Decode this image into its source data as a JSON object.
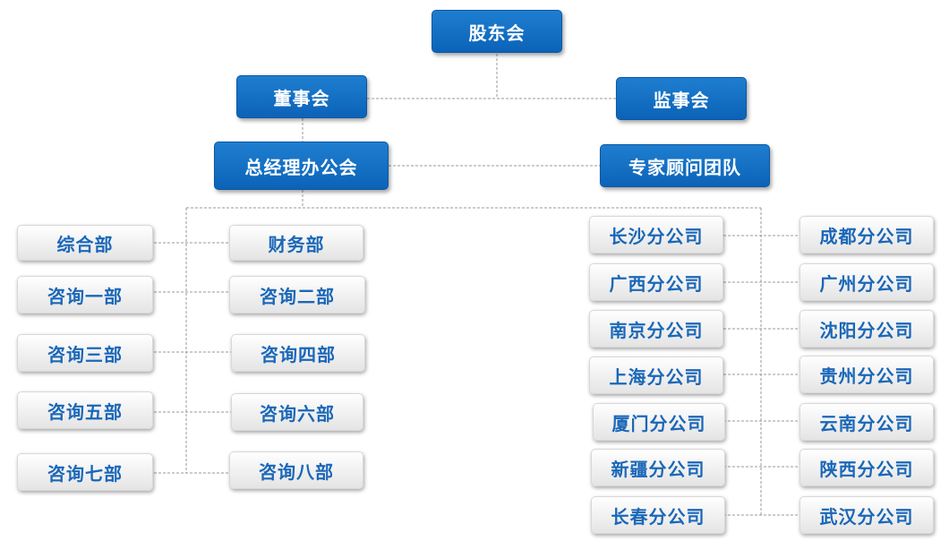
{
  "top": {
    "shareholders": "股东会",
    "board": "董事会",
    "supervisors": "监事会",
    "gm_office": "总经理办公会",
    "experts": "专家顾问团队"
  },
  "departments": {
    "left": [
      "综合部",
      "咨询一部",
      "咨询三部",
      "咨询五部",
      "咨询七部"
    ],
    "right": [
      "财务部",
      "咨询二部",
      "咨询四部",
      "咨询六部",
      "咨询八部"
    ]
  },
  "branches": {
    "left": [
      "长沙分公司",
      "广西分公司",
      "南京分公司",
      "上海分公司",
      "厦门分公司",
      "新疆分公司",
      "长春分公司"
    ],
    "right": [
      "成都分公司",
      "广州分公司",
      "沈阳分公司",
      "贵州分公司",
      "云南分公司",
      "陕西分公司",
      "武汉分公司"
    ]
  },
  "colors": {
    "primary_box": "#0b63b8",
    "secondary_text": "#1a67b8",
    "connector": "#9a9a9a"
  }
}
